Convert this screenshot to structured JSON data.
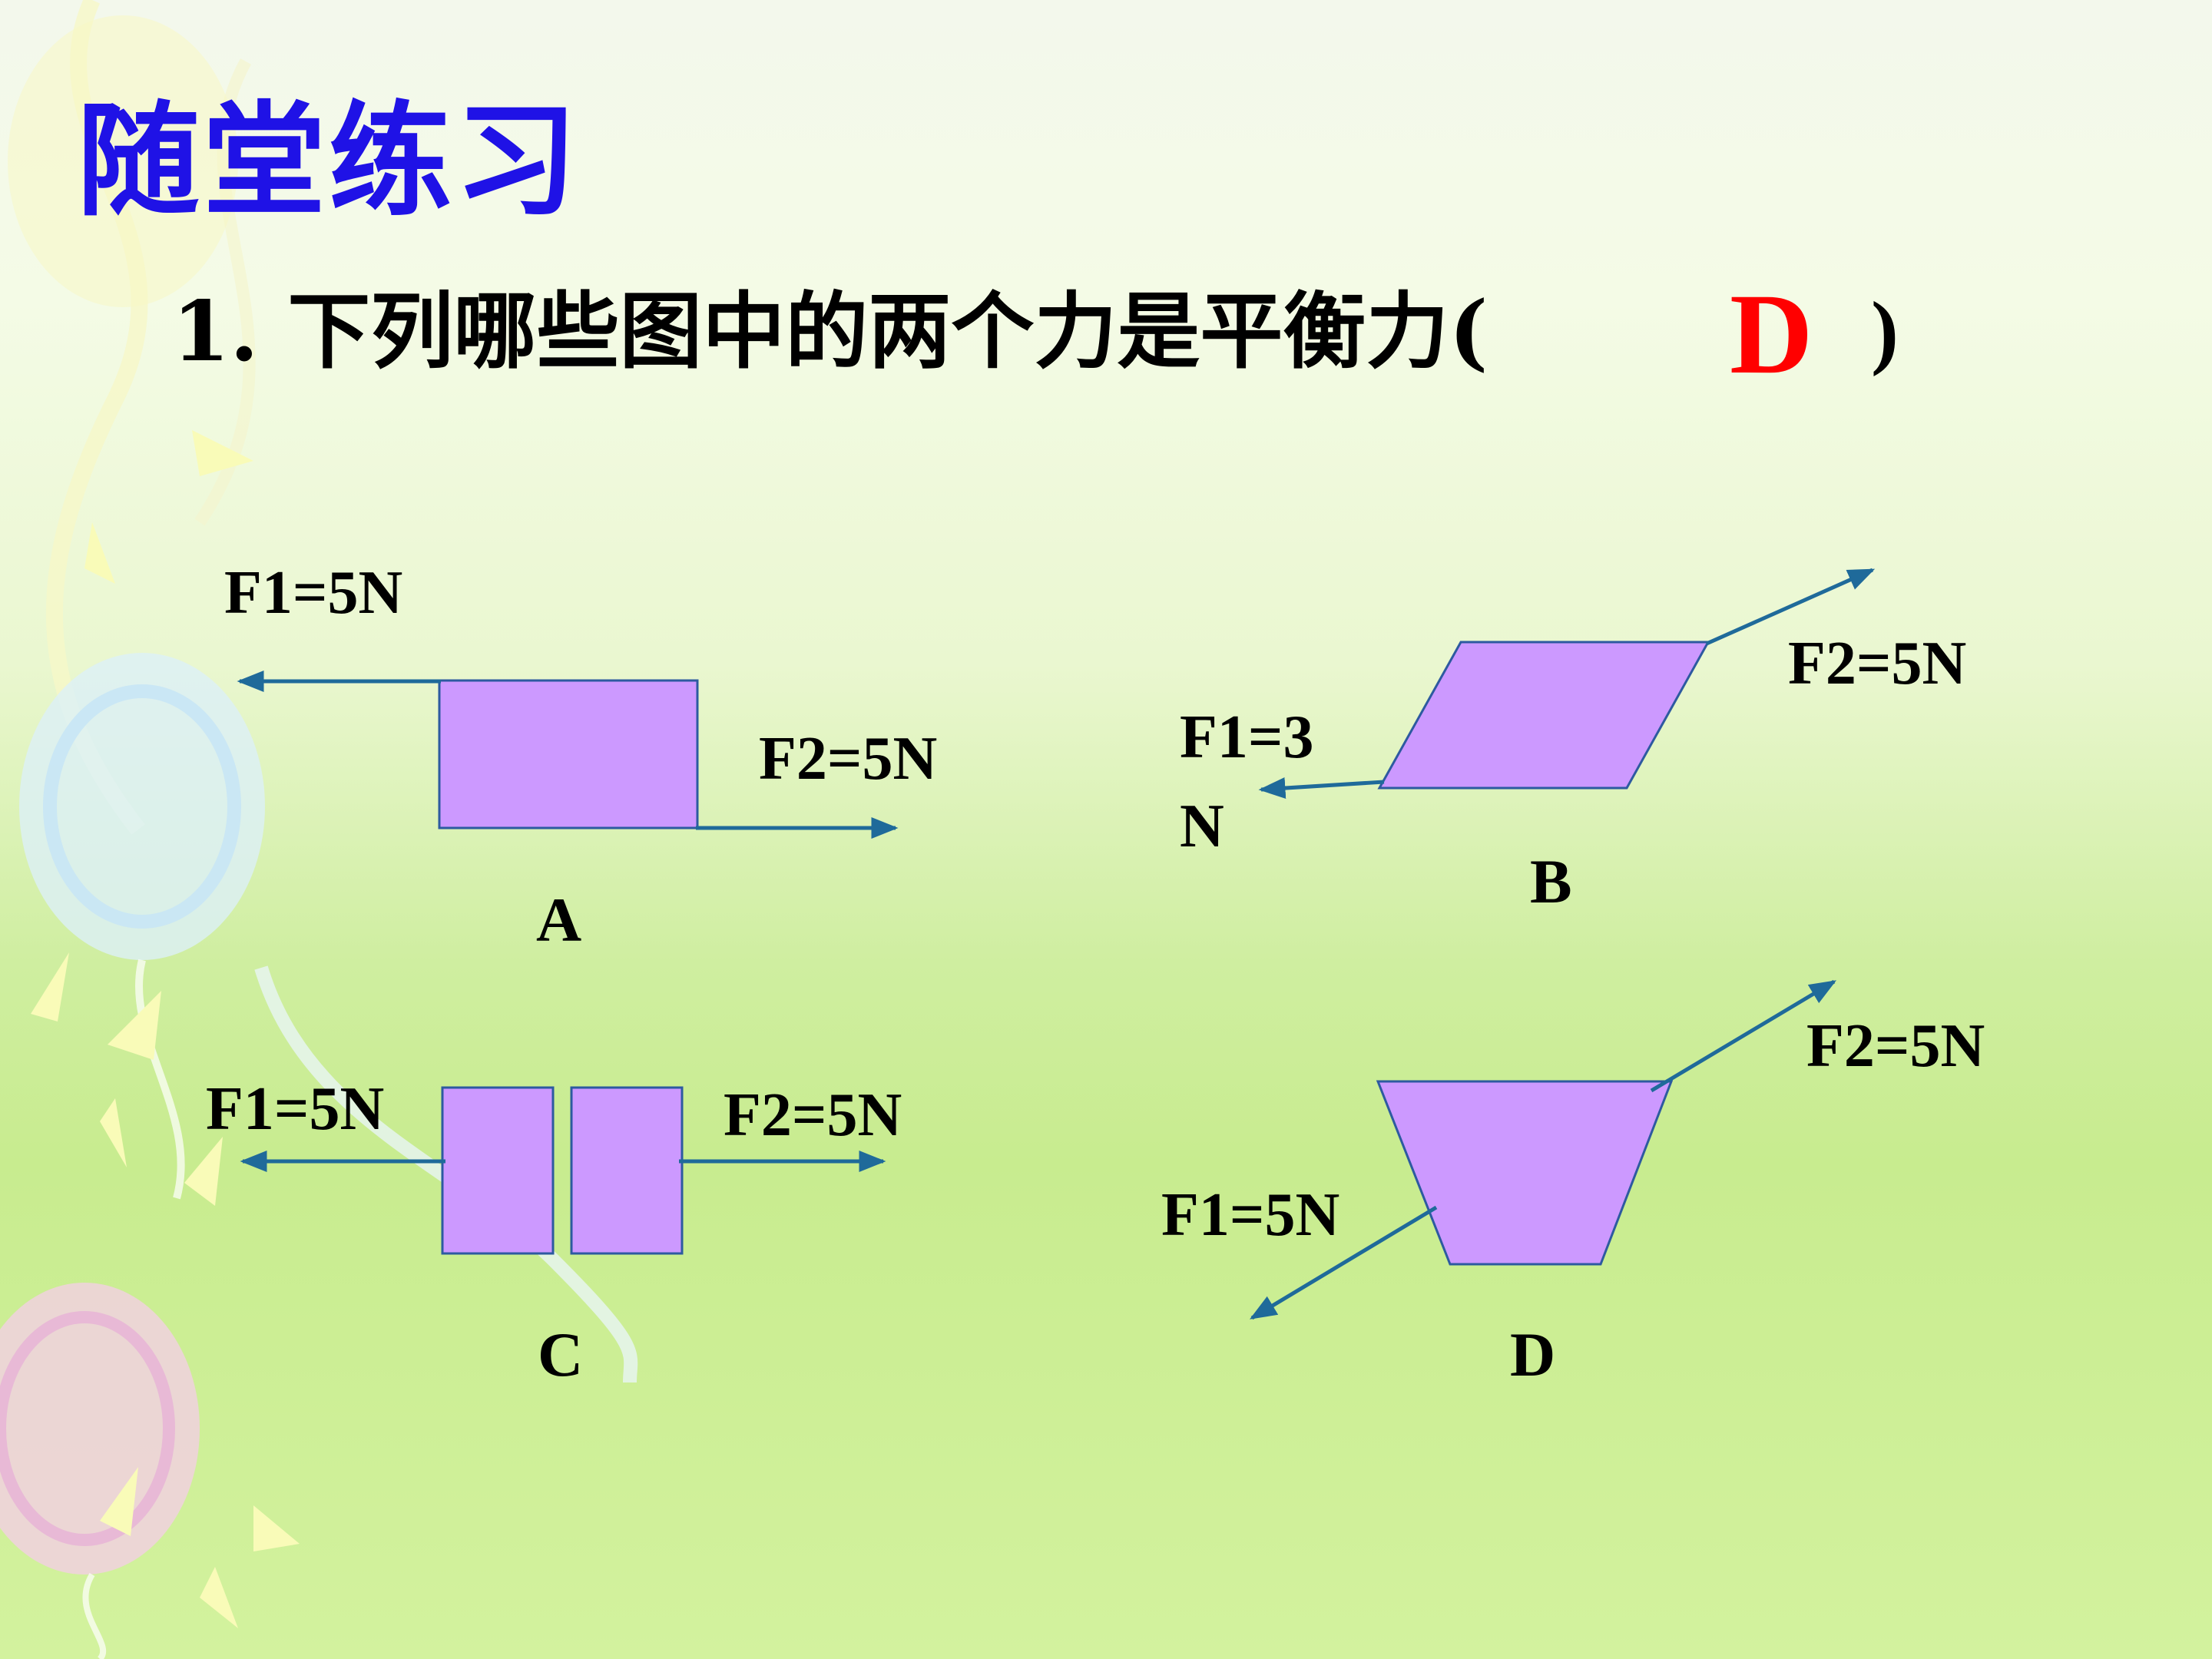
{
  "title": "随堂练习",
  "question": {
    "text": "1. 下列哪些图中的两个力是平衡力(",
    "answer": "D",
    "close": ")"
  },
  "colors": {
    "title": "#1f12e6",
    "answer": "#ff0000",
    "shape_fill": "#cc99ff",
    "shape_stroke": "#2d5aa0",
    "arrow": "#1f6a9a"
  },
  "figures": [
    {
      "id": "A",
      "label": "A",
      "f1": "F1=5N",
      "f2": "F2=5N"
    },
    {
      "id": "B",
      "label": "B",
      "f1_line1": "F1=3",
      "f1_line2": "N",
      "f2": "F2=5N"
    },
    {
      "id": "C",
      "label": "C",
      "f1": "F1=5N",
      "f2": "F2=5N"
    },
    {
      "id": "D",
      "label": "D",
      "f1": "F1=5N",
      "f2": "F2=5N"
    }
  ]
}
